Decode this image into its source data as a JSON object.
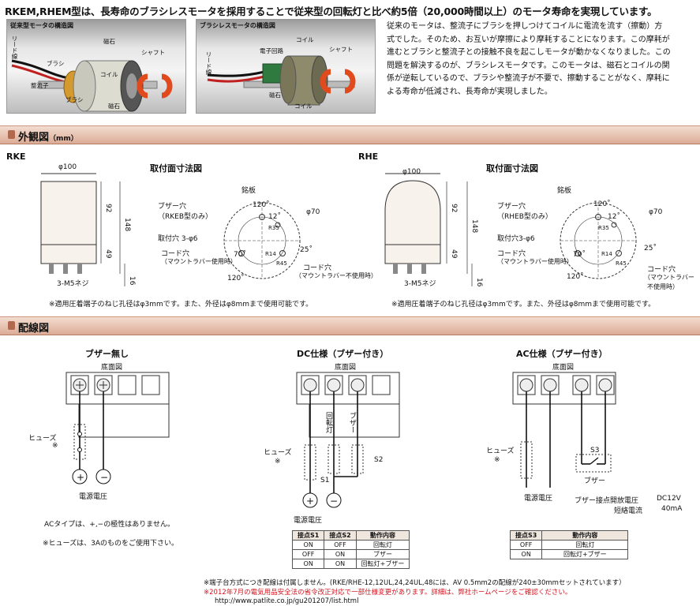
{
  "headline": "RKEM,RHEM型は、長寿命のブラシレスモータを採用することで従来型の回転灯と比べ約5倍（20,000時間以上）のモータ寿命を実現しています。",
  "photo_left": {
    "title": "従来型モータの構造図",
    "labels": {
      "lead": "リード線",
      "magnet1": "磁石",
      "brush1": "ブラシ",
      "shaft": "シャフト",
      "coil": "コイル",
      "commutator": "整流子",
      "brush2": "ブラシ",
      "magnet2": "磁石"
    }
  },
  "photo_right": {
    "title": "ブラシレスモータの構造図",
    "labels": {
      "coil1": "コイル",
      "lead": "リード線",
      "circuit": "電子回路",
      "shaft": "シャフト",
      "magnet": "磁石",
      "coil2": "コイル"
    }
  },
  "intro_lines": [
    "従来のモータは、整流子にブラシを押しつけてコイルに電流を流す（擦動）方",
    "式でした。そのため、お互いが摩擦により摩耗することになります。この摩耗が",
    "進むとブラシと整流子との接触不良を起こしモータが動かなくなりました。この",
    "問題を解決するのが、ブラシレスモータです。このモータは、磁石とコイルの関",
    "係が逆転しているので、ブラシや整流子が不要で、擦動することがなく、摩耗に",
    "よる寿命が低減され、長寿命が実現しました。"
  ],
  "section1": {
    "title": "外観図",
    "unit": "（mm）"
  },
  "rke": {
    "model": "RKE",
    "mount_title": "取付面寸法図",
    "dims": {
      "dia": "φ100",
      "h92": "92",
      "h148": "148",
      "h49": "49",
      "h16": "16",
      "screw": "3-M5ネジ"
    },
    "mount": {
      "plate": "銘板",
      "a120": "120˚",
      "a12": "12˚",
      "phi70": "φ70",
      "buzzer": "ブザー穴",
      "buzzer2": "（RKEB型のみ）",
      "r35": "R35",
      "mh": "取付穴 3-φ6",
      "a25": "25˚",
      "cord": "コード穴",
      "cord2": "（マウントラバー使用時）",
      "a70": "70˚",
      "r14": "R14",
      "r45": "R45",
      "a120b": "120˚",
      "cord3": "コード穴",
      "cord4": "（マウントラバー不使用時）"
    },
    "note": "※適用圧着端子のねじ孔径はφ3mmです。また、外径はφ8mmまで使用可能です。"
  },
  "rhe": {
    "model": "RHE",
    "mount_title": "取付面寸法図",
    "dims": {
      "dia": "φ100",
      "h92": "92",
      "h148": "148",
      "h49": "49",
      "h16": "16",
      "screw": "3-M5ネジ"
    },
    "mount": {
      "plate": "銘板",
      "a120": "120˚",
      "a12": "12˚",
      "phi70": "φ70",
      "buzzer": "ブザー穴",
      "buzzer2": "（RHEB型のみ）",
      "r35": "R35",
      "mh": "取付穴3-φ6",
      "a25": "25˚",
      "cord": "コード穴",
      "cord2": "（マウントラバー使用時）",
      "a70": "70˚",
      "r14": "R14",
      "r45": "R45",
      "a120b": "120˚",
      "cord3": "コード穴",
      "cord4": "（マウントラバー",
      "cord5": "不使用時）"
    },
    "note": "※適用圧着端子のねじ孔径はφ3mmです。また、外径はφ8mmまで使用可能です。"
  },
  "section2": {
    "title": "配線図"
  },
  "wiring": {
    "none": {
      "title": "ブザー無し",
      "bottom": "底面図",
      "fuse": "ヒューズ",
      "mark": "※",
      "plus": "+",
      "minus": "−",
      "power": "電源電圧",
      "note1": "ACタイプは、+,−の極性はありません。",
      "note2": "※ヒューズは、3Aのものをご使用下さい。"
    },
    "dc": {
      "title": "DC仕様（ブザー付き）",
      "bottom": "底面図",
      "fuse": "ヒューズ",
      "mark": "※",
      "lamp": "回転灯",
      "buzzer": "ブザー",
      "s1": "S1",
      "s2": "S2",
      "plus": "+",
      "minus": "−",
      "power": "電源電圧",
      "table": {
        "headers": [
          "接点S1",
          "接点S2",
          "動作内容"
        ],
        "rows": [
          [
            "ON",
            "OFF",
            "回転灯"
          ],
          [
            "OFF",
            "ON",
            "ブザー"
          ],
          [
            "ON",
            "ON",
            "回転灯+ブザー"
          ]
        ]
      }
    },
    "ac": {
      "title": "AC仕様（ブザー付き）",
      "bottom": "底面図",
      "fuse": "ヒューズ",
      "mark": "※",
      "s3": "S3",
      "buzzer": "ブザー",
      "power": "電源電圧",
      "spec1": "ブザー接点開放電圧",
      "spec1v": "DC12V",
      "spec2": "短絡電流",
      "spec2v": "40mA",
      "table": {
        "headers": [
          "接点S3",
          "動作内容"
        ],
        "rows": [
          [
            "OFF",
            "回転灯"
          ],
          [
            "ON",
            "回転灯+ブザー"
          ]
        ]
      }
    }
  },
  "footer": {
    "note1": "※端子台方式につき配線は付属しません。(RKE/RHE-12,12UL,24,24UL,48には、AV 0.5mm2の配線が240±30mmセットされています）",
    "note2": "※2012年7月の電気用品安全法の省令改正対応で一部仕様変更があります。詳細は、弊社ホームページをご確認ください。",
    "url": "http://www.patlite.co.jp/gu201207/list.html"
  },
  "colors": {
    "bar": "#dcab96",
    "accent": "#d2141e"
  }
}
